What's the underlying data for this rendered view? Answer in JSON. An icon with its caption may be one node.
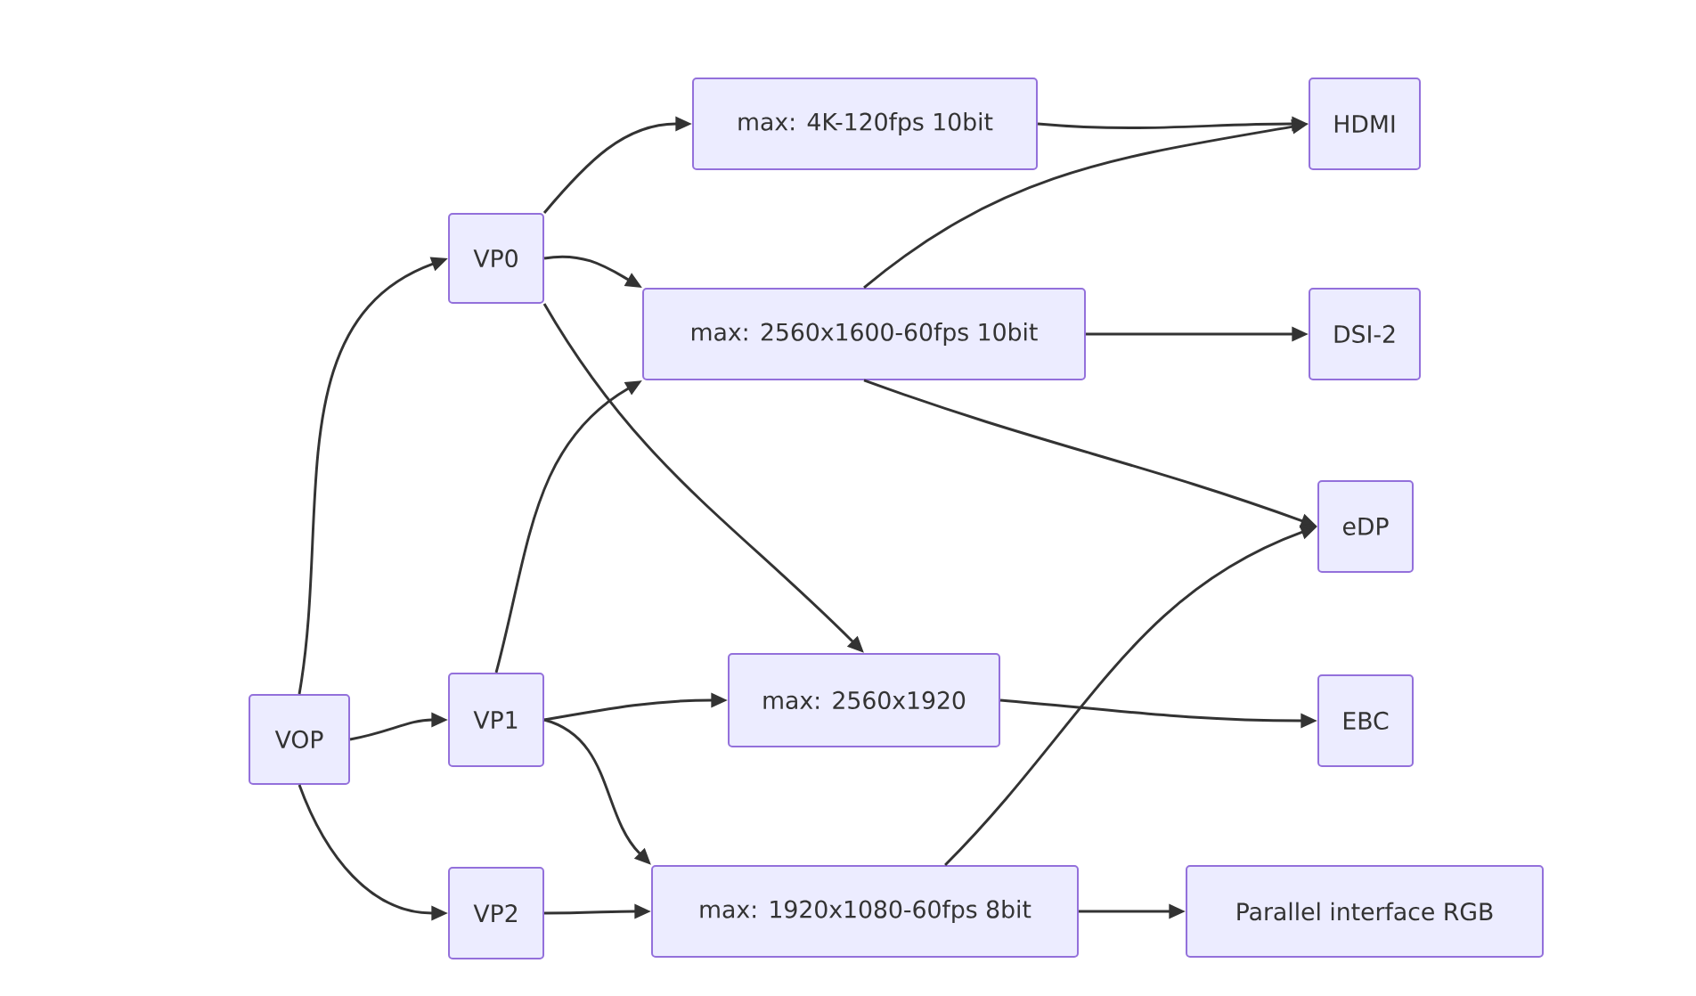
{
  "diagram": {
    "nodes": [
      {
        "text": [
          "VOP"
        ]
      },
      {
        "text": [
          "VP0"
        ]
      },
      {
        "text": [
          "VP1"
        ]
      },
      {
        "text": [
          "VP2"
        ]
      },
      {
        "text": [
          "max: 4K-120fps 10bit"
        ]
      },
      {
        "text": [
          "max: 2560x1600-60fps 10bit"
        ]
      },
      {
        "text": [
          "max: 2560x1920"
        ]
      },
      {
        "text": [
          "max: 1920x1080-60fps 8bit"
        ]
      },
      {
        "text": [
          "HDMI"
        ]
      },
      {
        "text": [
          "DSI-2"
        ]
      },
      {
        "text": [
          "eDP"
        ]
      },
      {
        "text": [
          "EBC"
        ]
      },
      {
        "text": [
          "Parallel interface RGB"
        ]
      }
    ],
    "edges": [
      {
        "from": 0,
        "to": 1,
        "arrow": "to"
      },
      {
        "from": 0,
        "to": 2,
        "arrow": "to"
      },
      {
        "from": 0,
        "to": 3,
        "arrow": "to"
      },
      {
        "from": 1,
        "to": 4,
        "arrow": "to"
      },
      {
        "from": 1,
        "to": 5,
        "arrow": "to"
      },
      {
        "from": 1,
        "to": 6,
        "arrow": "to"
      },
      {
        "from": 2,
        "to": 5,
        "arrow": "to"
      },
      {
        "from": 2,
        "to": 6,
        "arrow": "to"
      },
      {
        "from": 2,
        "to": 7,
        "arrow": "to"
      },
      {
        "from": 3,
        "to": 7,
        "arrow": "to"
      },
      {
        "from": 4,
        "to": 8,
        "arrow": "to"
      },
      {
        "from": 5,
        "to": 8,
        "arrow": "to"
      },
      {
        "from": 5,
        "to": 9,
        "arrow": "to"
      },
      {
        "from": 5,
        "to": 10,
        "arrow": "to"
      },
      {
        "from": 6,
        "to": 11,
        "arrow": "to"
      },
      {
        "from": 7,
        "to": 10,
        "arrow": "to"
      },
      {
        "from": 7,
        "to": 12,
        "arrow": "to"
      }
    ]
  }
}
